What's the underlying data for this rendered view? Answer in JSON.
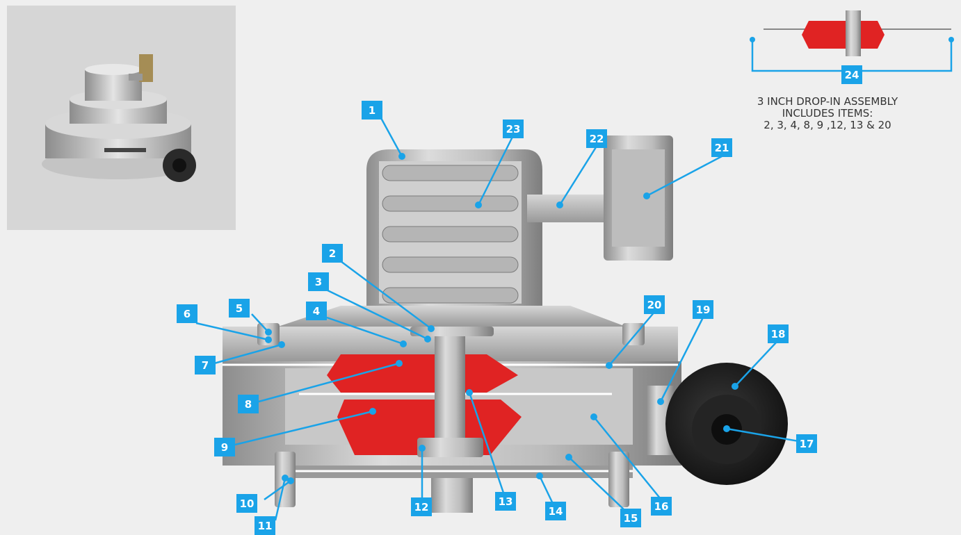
{
  "colors": {
    "callout": "#1aa3e8",
    "body_metal": "#b9b9b9",
    "diaphragm": "#e02323",
    "knob": "#1e1e1e",
    "background": "#efefef"
  },
  "callouts": [
    {
      "id": "1"
    },
    {
      "id": "2"
    },
    {
      "id": "3"
    },
    {
      "id": "4"
    },
    {
      "id": "5"
    },
    {
      "id": "6"
    },
    {
      "id": "7"
    },
    {
      "id": "8"
    },
    {
      "id": "9"
    },
    {
      "id": "10"
    },
    {
      "id": "11"
    },
    {
      "id": "12"
    },
    {
      "id": "13"
    },
    {
      "id": "14"
    },
    {
      "id": "15"
    },
    {
      "id": "16"
    },
    {
      "id": "17"
    },
    {
      "id": "18"
    },
    {
      "id": "19"
    },
    {
      "id": "20"
    },
    {
      "id": "21"
    },
    {
      "id": "22"
    },
    {
      "id": "23"
    },
    {
      "id": "24"
    }
  ],
  "assembly_note": {
    "line1": "3 INCH DROP-IN ASSEMBLY",
    "line2": "INCLUDES ITEMS:",
    "line3": "2, 3, 4, 8, 9 ,12, 13 & 20"
  }
}
